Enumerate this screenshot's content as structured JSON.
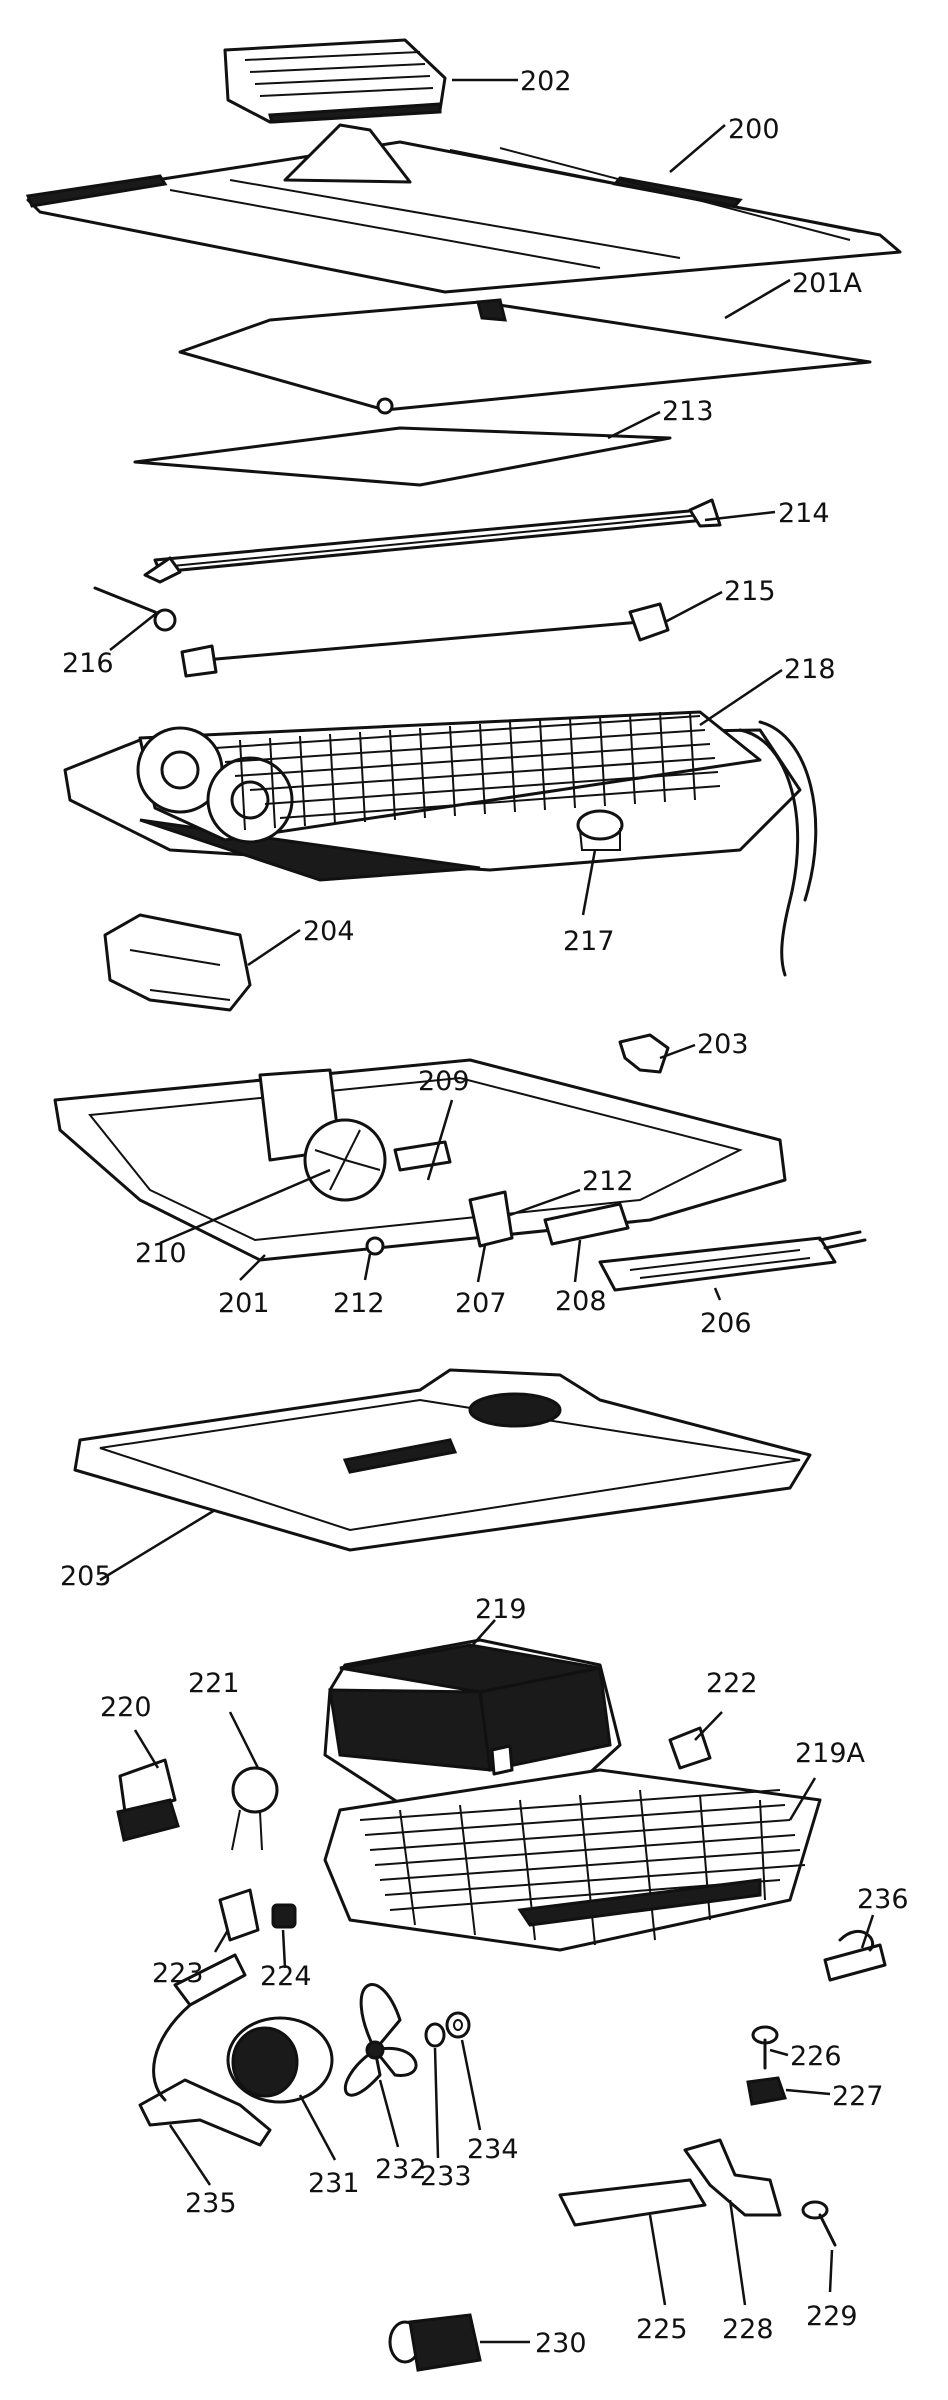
{
  "labels": {
    "l202": "202",
    "l200": "200",
    "l201A": "201A",
    "l213": "213",
    "l214": "214",
    "l215": "215",
    "l216": "216",
    "l218": "218",
    "l204": "204",
    "l217": "217",
    "l203": "203",
    "l209": "209",
    "l212a": "212",
    "l210": "210",
    "l201": "201",
    "l212b": "212",
    "l207": "207",
    "l208": "208",
    "l206": "206",
    "l205": "205",
    "l219": "219",
    "l220": "220",
    "l221": "221",
    "l222": "222",
    "l219A": "219A",
    "l236": "236",
    "l223": "223",
    "l224": "224",
    "l226": "226",
    "l227": "227",
    "l231": "231",
    "l232": "232",
    "l233": "233",
    "l234": "234",
    "l235": "235",
    "l225": "225",
    "l228": "228",
    "l229": "229",
    "l230": "230"
  }
}
